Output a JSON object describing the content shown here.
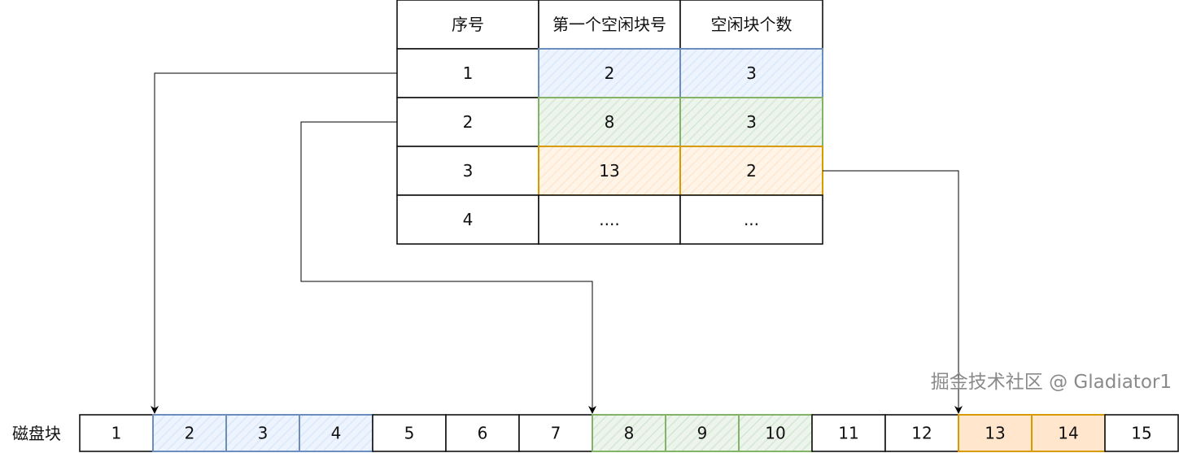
{
  "table": {
    "headers": [
      "序号",
      "第一个空闲块号",
      "空闲块个数"
    ],
    "rows": [
      {
        "index": "1",
        "first_block": "2",
        "count": "3",
        "color": "blue"
      },
      {
        "index": "2",
        "first_block": "8",
        "count": "3",
        "color": "green"
      },
      {
        "index": "3",
        "first_block": "13",
        "count": "2",
        "color": "orange"
      },
      {
        "index": "4",
        "first_block": "....",
        "count": "...",
        "color": "none"
      }
    ]
  },
  "disk": {
    "label": "磁盘块",
    "blocks": [
      {
        "n": "1",
        "color": "none"
      },
      {
        "n": "2",
        "color": "blue"
      },
      {
        "n": "3",
        "color": "blue"
      },
      {
        "n": "4",
        "color": "blue"
      },
      {
        "n": "5",
        "color": "none"
      },
      {
        "n": "6",
        "color": "none"
      },
      {
        "n": "7",
        "color": "none"
      },
      {
        "n": "8",
        "color": "green"
      },
      {
        "n": "9",
        "color": "green"
      },
      {
        "n": "10",
        "color": "green"
      },
      {
        "n": "11",
        "color": "none"
      },
      {
        "n": "12",
        "color": "none"
      },
      {
        "n": "13",
        "color": "orange"
      },
      {
        "n": "14",
        "color": "orange"
      },
      {
        "n": "15",
        "color": "none"
      }
    ]
  },
  "colors": {
    "blue": {
      "fill": "#dae8fc",
      "stroke": "#6c8ebf"
    },
    "green": {
      "fill": "#d5e8d4",
      "stroke": "#82b366"
    },
    "orange": {
      "fill": "#ffe6cc",
      "stroke": "#d79b00"
    },
    "none": {
      "fill": "#ffffff",
      "stroke": "#111111"
    }
  },
  "watermark": "掘金技术社区 @ Gladiator1"
}
